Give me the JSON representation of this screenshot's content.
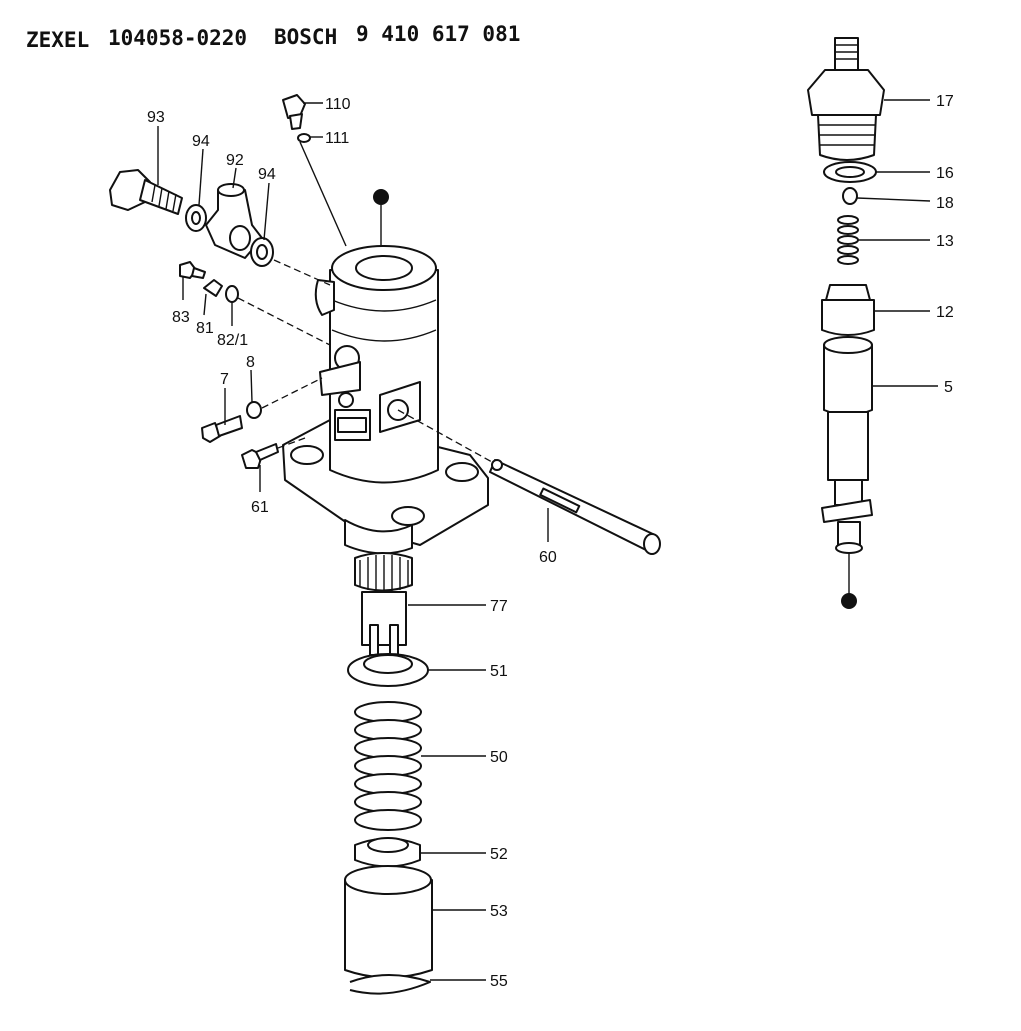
{
  "header": {
    "brand": "ZEXEL",
    "zexel_number": "104058-0220",
    "oem": "BOSCH",
    "oem_number": "9 410 617 081"
  },
  "callouts": {
    "p93": "93",
    "p94a": "94",
    "p92": "92",
    "p94b": "94",
    "p110": "110",
    "p111": "111",
    "p83": "83",
    "p81": "81",
    "p82": "82/1",
    "p7": "7",
    "p8": "8",
    "p61": "61",
    "p60": "60",
    "p77": "77",
    "p51": "51",
    "p50": "50",
    "p52": "52",
    "p53": "53",
    "p55": "55",
    "p17": "17",
    "p16": "16",
    "p18": "18",
    "p13": "13",
    "p12": "12",
    "p5": "5"
  }
}
